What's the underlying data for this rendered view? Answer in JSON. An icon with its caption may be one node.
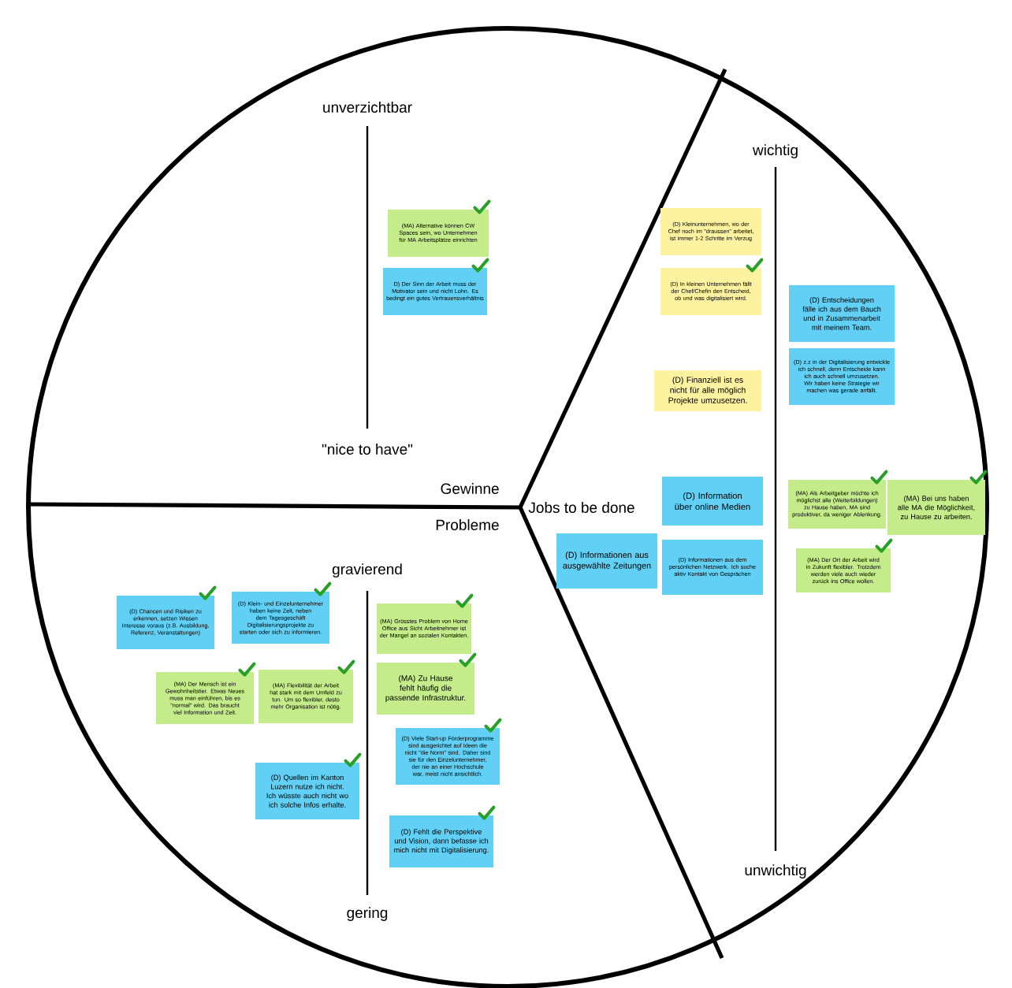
{
  "diagram": {
    "nodes": [
      {
        "text": [
          "(MA) Alternative können CW Spaces sein, wo Unternehmen für MA Arbeitsplätze einrichten"
        ]
      },
      {
        "text": [
          "D) Der Sinn der Arbeit muss der Motivator sein und nicht Lohn. Es bedingt ein gutes Vertrauensverhältnis"
        ]
      },
      {
        "text": [
          "(D) Kleinunternehmen, wo der Chef noch im \"draussen\" arbeitet, ist immer 1-2 Schritte im Verzug"
        ]
      },
      {
        "text": [
          "(D) In kleinen Unternehmen fällt der Chef/Chefin den Entscheid, ob und was digitalisiert wird."
        ]
      },
      {
        "text": [
          "(D) Entscheidungen fälle ich aus dem Bauch und in Zusammenarbeit mit meinem Team."
        ]
      },
      {
        "text": [
          "(D) z.z in der Digitalisierung entwickle ich schnell, denn Entscheide kann ich auch schnell umzusetzen. Wir haben keine Strategie wir machen was gerade anfällt."
        ]
      },
      {
        "text": [
          "(D) Finanziell ist es nicht für alle möglich Projekte umzusetzen."
        ]
      },
      {
        "text": [
          "(D) Information über online Medien"
        ]
      },
      {
        "text": [
          "(D) Informationen aus ausgewählte Zeitungen"
        ]
      },
      {
        "text": [
          "(D) Informationen aus dem persönlichen Netzwerk. Ich suche aktiv Kontakt von Gesprächen"
        ]
      },
      {
        "text": [
          "(MA) Als Arbeitgeber möchte ich möglichst alle (Weiterbildungen) zu Hause haben, MA sind produktiver, da weniger Ablenkung."
        ]
      },
      {
        "text": [
          "(MA) Bei uns haben alle MA die Möglichkeit, zu Hause zu arbeiten."
        ]
      },
      {
        "text": [
          "(MA) Der Ort der Arbeit wird in Zukunft flexibler. Trotzdem werden viele auch wieder zurück ins Office wollen."
        ]
      },
      {
        "text": [
          "(D) Chancen und Risiken zu erkennen, setzen Wissen Interesse voraus (z.B. Ausbildung, Referenz, Veranstaltungen)"
        ]
      },
      {
        "text": [
          "(D) Klein- und Einzelunternehmer haben keine Zeit, neben dem Tagesgeschäft Digitalisierungsprojekte zu starten oder sich zu informieren."
        ]
      },
      {
        "text": [
          "(MA) Der Mensch ist ein Gewohnheitstier. Etwas Neues muss man einführen, bis es \"normal\" wird. Das braucht viel Information und Zeit."
        ]
      },
      {
        "text": [
          "(MA) Flexibilität der Arbeit hat stark mit dem Umfeld zu tun. Um so flexibler, desto mehr Organisation ist nötig."
        ]
      },
      {
        "text": [
          "(D) Quellen im Kanton Luzern nutze ich nicht. Ich wüsste auch nicht wo ich solche Infos erhalte."
        ]
      },
      {
        "text": [
          "(MA) Grösstes Problem von Home Office aus Sicht Arbeitnehmer ist der Mangel an sozialen Kontakten."
        ]
      },
      {
        "text": [
          "(MA) Zu Hause fehlt häufig die passende Infrastruktur."
        ]
      },
      {
        "text": [
          "(D) Viele Start-up Förderprogramme sind ausgerichtet auf Ideen die nicht \"die Norm\" sind. Daher sind sie für den Einzelunternehmer, der nie an einer Hochschule war, meist nicht ansichtlich."
        ]
      },
      {
        "text": [
          "(D) Fehlt die Perspektive und Vision, dann befasse ich mich nicht mit Digitalisierung."
        ]
      }
    ],
    "labels": [
      "unverzichtbar",
      "\"nice to have\"",
      "Gewinne",
      "Probleme",
      "Jobs to be done",
      "wichtig",
      "unwichtig",
      "gravierend",
      "gering"
    ]
  }
}
